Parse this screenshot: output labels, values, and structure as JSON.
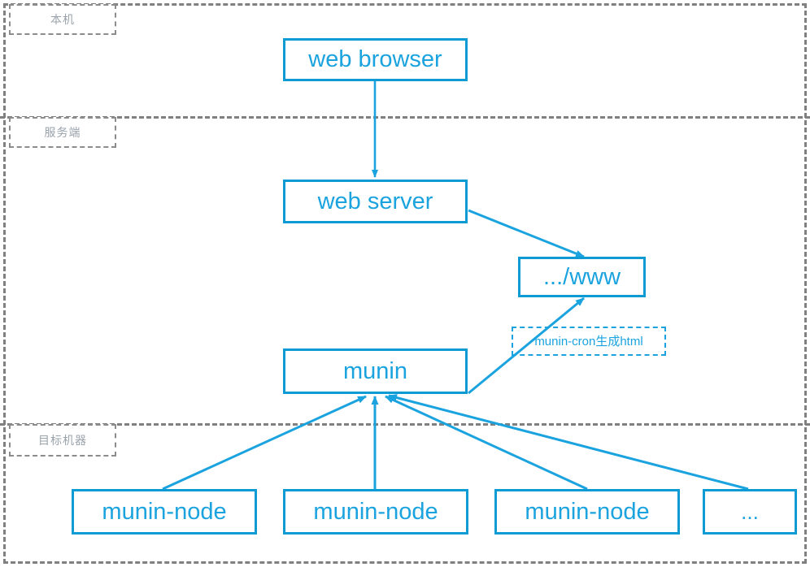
{
  "diagram": {
    "title": "munin architecture",
    "accent_color": "#1aa3de",
    "zone_border_color": "#808080",
    "zone_label_color": "#9aa3ab",
    "background": "#ffffff"
  },
  "zones": [
    {
      "id": "local",
      "label": "本机"
    },
    {
      "id": "server",
      "label": "服务端"
    },
    {
      "id": "target",
      "label": "目标机器"
    }
  ],
  "nodes": [
    {
      "id": "web-browser",
      "label": "web browser"
    },
    {
      "id": "web-server",
      "label": "web server"
    },
    {
      "id": "www-dir",
      "label": ".../www"
    },
    {
      "id": "munin",
      "label": "munin"
    },
    {
      "id": "munin-node-1",
      "label": "munin-node"
    },
    {
      "id": "munin-node-2",
      "label": "munin-node"
    },
    {
      "id": "munin-node-3",
      "label": "munin-node"
    },
    {
      "id": "more-nodes",
      "label": "..."
    }
  ],
  "annotations": [
    {
      "id": "munin-cron",
      "label": "munin-cron生成html"
    }
  ],
  "edges": [
    {
      "from": "web-browser",
      "to": "web-server",
      "arrow": true
    },
    {
      "from": "web-server",
      "to": "www-dir",
      "arrow": true
    },
    {
      "from": "munin",
      "to": "www-dir",
      "arrow": true
    },
    {
      "from": "munin-node-1",
      "to": "munin",
      "arrow": true
    },
    {
      "from": "munin-node-2",
      "to": "munin",
      "arrow": true
    },
    {
      "from": "munin-node-3",
      "to": "munin",
      "arrow": true
    },
    {
      "from": "more-nodes",
      "to": "munin",
      "arrow": true
    }
  ]
}
